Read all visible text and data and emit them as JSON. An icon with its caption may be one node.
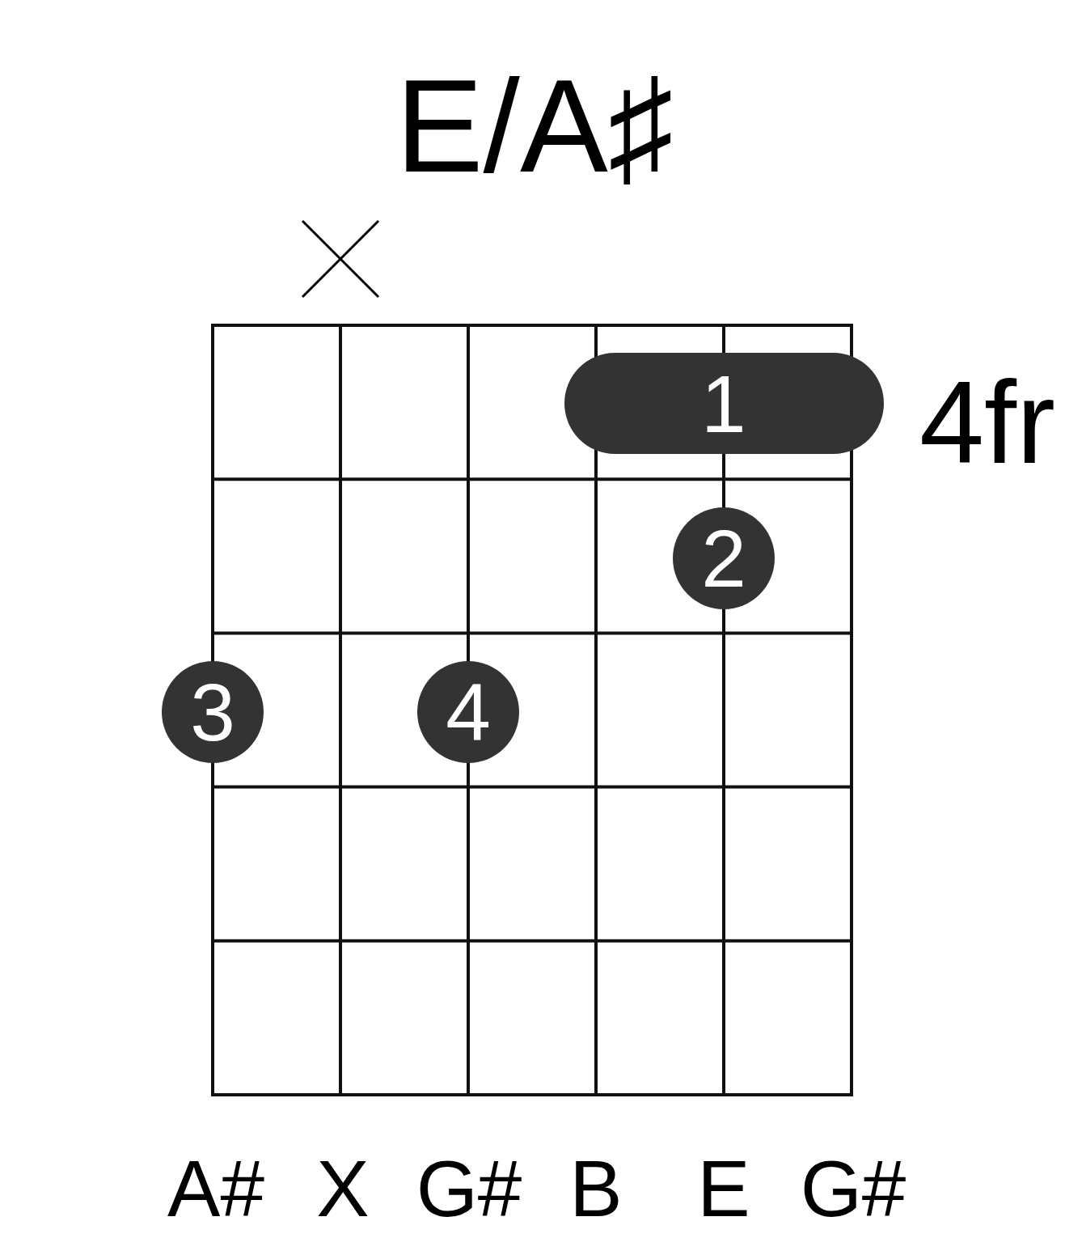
{
  "diagram": {
    "title": "E/A♯",
    "nodes": [
      {
        "text": [
          "1"
        ]
      },
      {
        "text": [
          "2"
        ]
      },
      {
        "text": [
          "3"
        ]
      },
      {
        "text": [
          "4"
        ]
      }
    ],
    "labels": [
      "4fr",
      "A#",
      "X",
      "G#",
      "B",
      "E",
      "G#"
    ]
  }
}
